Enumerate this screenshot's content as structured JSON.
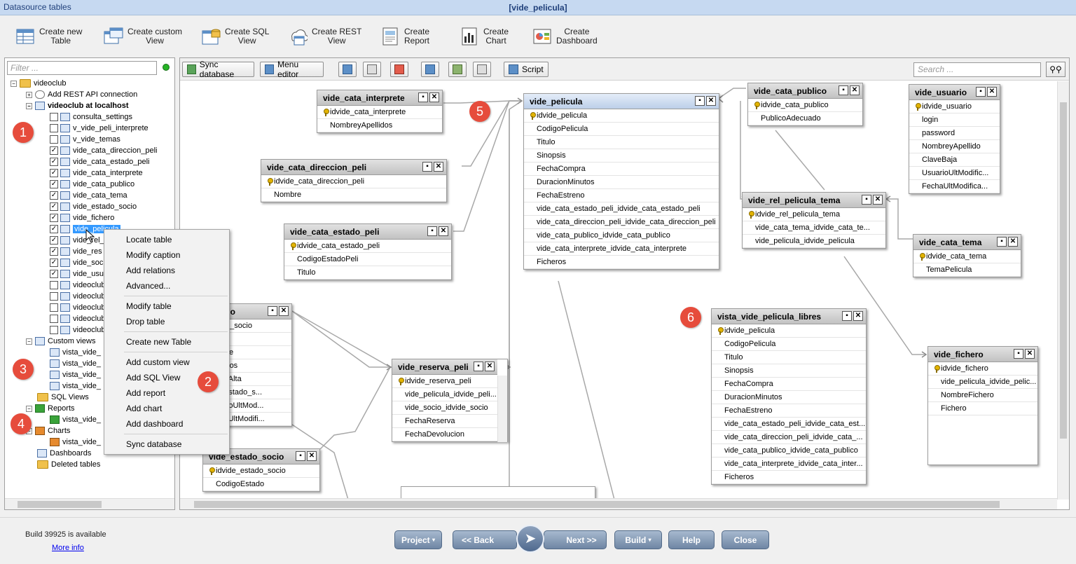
{
  "window": {
    "left_title": "Datasource tables",
    "center_title": "[vide_pelicula]"
  },
  "toolbar": [
    {
      "line1": "Create new",
      "line2": "Table",
      "icon": "table-icon"
    },
    {
      "line1": "Create custom",
      "line2": "View",
      "icon": "custom-view-icon"
    },
    {
      "line1": "Create SQL",
      "line2": "View",
      "icon": "sql-view-icon"
    },
    {
      "line1": "Create REST",
      "line2": "View",
      "icon": "rest-view-icon"
    },
    {
      "line1": "Create",
      "line2": "Report",
      "icon": "report-icon"
    },
    {
      "line1": "Create",
      "line2": "Chart",
      "icon": "chart-icon"
    },
    {
      "line1": "Create",
      "line2": "Dashboard",
      "icon": "dashboard-icon"
    }
  ],
  "filter": {
    "placeholder": "Filter ..."
  },
  "tree": {
    "root": "videoclub",
    "rest": "Add REST API connection",
    "db": "videoclub at localhost",
    "tables": [
      "consulta_settings",
      "v_vide_peli_interprete",
      "v_vide_temas",
      "vide_cata_direccion_peli",
      "vide_cata_estado_peli",
      "vide_cata_interprete",
      "vide_cata_publico",
      "vide_cata_tema",
      "vide_estado_socio",
      "vide_fichero",
      "vide_pelicula",
      "vide_rel_",
      "vide_res",
      "vide_soc",
      "vide_usu",
      "videoclub",
      "videoclub",
      "videoclub",
      "videoclub",
      "videoclub"
    ],
    "custom_views": "Custom views",
    "custom_items": [
      "vista_vide_",
      "vista_vide_",
      "vista_vide_",
      "vista_vide_"
    ],
    "sql_views": "SQL Views",
    "reports": "Reports",
    "report_items": [
      "vista_vide_"
    ],
    "charts": "Charts",
    "chart_items": [
      "vista_vide_"
    ],
    "dashboards": "Dashboards",
    "deleted": "Deleted tables"
  },
  "context_menu": [
    "Locate table",
    "Modify caption",
    "Add relations",
    "Advanced...",
    "Modify table",
    "Drop table",
    "Create new Table",
    "Add custom view",
    "Add SQL View",
    "Add report",
    "Add chart",
    "Add dashboard",
    "Sync database"
  ],
  "diagram_toolbar": {
    "sync": "Sync database",
    "menu_editor": "Menu editor",
    "script": "Script",
    "search_placeholder": "Search ..."
  },
  "tables": {
    "cata_interprete": {
      "title": "vide_cata_interprete",
      "rows": [
        "idvide_cata_interprete",
        "NombreyApellidos"
      ]
    },
    "cata_direccion": {
      "title": "vide_cata_direccion_peli",
      "rows": [
        "idvide_cata_direccion_peli",
        "Nombre"
      ]
    },
    "cata_estado": {
      "title": "vide_cata_estado_peli",
      "rows": [
        "idvide_cata_estado_peli",
        "CodigoEstadoPeli",
        "Titulo"
      ]
    },
    "socio": {
      "title": "_socio",
      "rows": [
        "vide_socio",
        "F",
        "mbre",
        "ellidos",
        "chaAlta",
        "e_estado_s...",
        "uarioUltMod...",
        "chaUltModifi..."
      ]
    },
    "estado_socio": {
      "title": "vide_estado_socio",
      "rows": [
        "idvide_estado_socio",
        "CodigoEstado"
      ]
    },
    "reserva": {
      "title": "vide_reserva_peli",
      "rows": [
        "idvide_reserva_peli",
        "vide_pelicula_idvide_peli...",
        "vide_socio_idvide_socio",
        "FechaReserva",
        "FechaDevolucion"
      ]
    },
    "pelicula": {
      "title": "vide_pelicula",
      "rows": [
        "idvide_pelicula",
        "CodigoPelicula",
        "Titulo",
        "Sinopsis",
        "FechaCompra",
        "DuracionMinutos",
        "FechaEstreno",
        "vide_cata_estado_peli_idvide_cata_estado_peli",
        "vide_cata_direccion_peli_idvide_cata_direccion_peli",
        "vide_cata_publico_idvide_cata_publico",
        "vide_cata_interprete_idvide_cata_interprete",
        "Ficheros"
      ]
    },
    "cata_publico": {
      "title": "vide_cata_publico",
      "rows": [
        "idvide_cata_publico",
        "PublicoAdecuado"
      ]
    },
    "usuario": {
      "title": "vide_usuario",
      "rows": [
        "idvide_usuario",
        "login",
        "password",
        "NombreyApellido",
        "ClaveBaja",
        "UsuarioUltModific...",
        "FechaUltModifica..."
      ]
    },
    "rel_tema": {
      "title": "vide_rel_pelicula_tema",
      "rows": [
        "idvide_rel_pelicula_tema",
        "vide_cata_tema_idvide_cata_te...",
        "vide_pelicula_idvide_pelicula"
      ]
    },
    "cata_tema": {
      "title": "vide_cata_tema",
      "rows": [
        "idvide_cata_tema",
        "TemaPelicula"
      ]
    },
    "vista": {
      "title": "vista_vide_pelicula_libres",
      "rows": [
        "idvide_pelicula",
        "CodigoPelicula",
        "Titulo",
        "Sinopsis",
        "FechaCompra",
        "DuracionMinutos",
        "FechaEstreno",
        "vide_cata_estado_peli_idvide_cata_est...",
        "vide_cata_direccion_peli_idvide_cata_...",
        "vide_cata_publico_idvide_cata_publico",
        "vide_cata_interprete_idvide_cata_inter...",
        "Ficheros"
      ]
    },
    "fichero": {
      "title": "vide_fichero",
      "rows": [
        "idvide_fichero",
        "vide_pelicula_idvide_pelic...",
        "NombreFichero",
        "Fichero"
      ]
    }
  },
  "badges": [
    "1",
    "2",
    "3",
    "4",
    "5",
    "6"
  ],
  "footer": {
    "build_text": "Build 39925 is available",
    "more_info": "More info",
    "project": "Project",
    "back": "<< Back",
    "next": "Next >>",
    "build": "Build",
    "help": "Help",
    "close": "Close"
  }
}
